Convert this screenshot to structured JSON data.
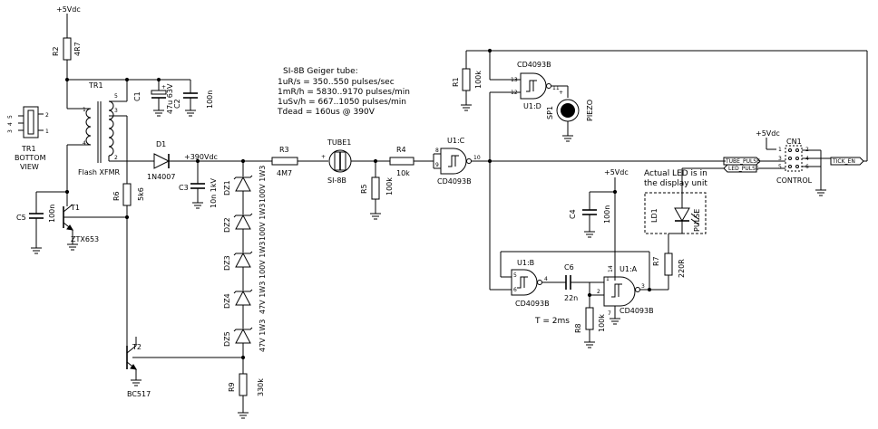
{
  "supply": {
    "vdc_top": "+5Vdc",
    "vdc_cn": "+5Vdc",
    "vdc_u1": "+5Vdc",
    "hv_node": "+390Vdc"
  },
  "tube_notes": [
    "SI-8B Geiger tube:",
    "1uR/s = 350..550 pulses/sec",
    "1mR/h = 5830..9170 pulses/min",
    "1uSv/h = 667..1050 pulses/min",
    "Tdead = 160us @ 390V"
  ],
  "components": {
    "r2": {
      "ref": "R2",
      "value": "4R7"
    },
    "tr1": {
      "ref": "TR1",
      "name": "Flash XFMR",
      "pins": [
        "1",
        "2",
        "3",
        "4",
        "5"
      ]
    },
    "tr1_view": {
      "ref": "TR1",
      "line1": "BOTTOM",
      "line2": "VIEW",
      "pins": [
        "1",
        "2",
        "3",
        "4",
        "5"
      ]
    },
    "c1": {
      "ref": "C1",
      "value": "47u 63V"
    },
    "c2": {
      "ref": "C2",
      "value": "100n"
    },
    "d1": {
      "ref": "D1",
      "value": "1N4007"
    },
    "c3": {
      "ref": "C3",
      "value": "10n 1kV"
    },
    "r6": {
      "ref": "R6",
      "value": "5k6"
    },
    "c5": {
      "ref": "C5",
      "value": "100n"
    },
    "t1": {
      "ref": "T1",
      "value": "ZTX653"
    },
    "t2": {
      "ref": "T2",
      "value": "BC517"
    },
    "r9": {
      "ref": "R9",
      "value": "330k"
    },
    "dz1": {
      "ref": "DZ1",
      "value": "100V 1W3"
    },
    "dz2": {
      "ref": "DZ2",
      "value": "100V 1W3"
    },
    "dz3": {
      "ref": "DZ3",
      "value": "100V 1W3"
    },
    "dz4": {
      "ref": "DZ4",
      "value": "47V 1W3"
    },
    "dz5": {
      "ref": "DZ5",
      "value": "47V 1W3"
    },
    "r3": {
      "ref": "R3",
      "value": "4M7"
    },
    "tube1": {
      "ref": "TUBE1",
      "value": "SI-8B"
    },
    "r5": {
      "ref": "R5",
      "value": "100k"
    },
    "r4": {
      "ref": "R4",
      "value": "10k"
    },
    "u1c": {
      "ref": "U1:C",
      "value": "CD4093B",
      "pins": [
        "8",
        "9",
        "10"
      ]
    },
    "r1": {
      "ref": "R1",
      "value": "100k"
    },
    "u1d": {
      "ref": "U1:D",
      "value": "CD4093B",
      "pins": [
        "13",
        "12",
        "11"
      ]
    },
    "sp1": {
      "ref": "SP1",
      "value": "PIEZO"
    },
    "cn1": {
      "ref": "CN1",
      "value": "CONTROL",
      "pins": [
        "1",
        "2",
        "3",
        "4",
        "5",
        "6"
      ]
    },
    "c4": {
      "ref": "C4",
      "value": "100n"
    },
    "ld1": {
      "ref": "LD1",
      "value": "PULSE"
    },
    "r7": {
      "ref": "R7",
      "value": "220R"
    },
    "u1b": {
      "ref": "U1:B",
      "value": "CD4093B",
      "pins": [
        "5",
        "6",
        "4"
      ]
    },
    "c6": {
      "ref": "C6",
      "value": "22n"
    },
    "u1a": {
      "ref": "U1:A",
      "value": "CD4093B",
      "pins": [
        "1",
        "2",
        "3",
        "14",
        "7"
      ]
    },
    "r8": {
      "ref": "R8",
      "value": "100k"
    }
  },
  "nets": {
    "tube_pulse": "TUBE_PULSE",
    "led_pulse": "LED_PULSE",
    "tick_en": "TICK_EN"
  },
  "notes": {
    "led_line1": "Actual LED is in",
    "led_line2": "the display unit",
    "timing": "T = 2ms"
  }
}
